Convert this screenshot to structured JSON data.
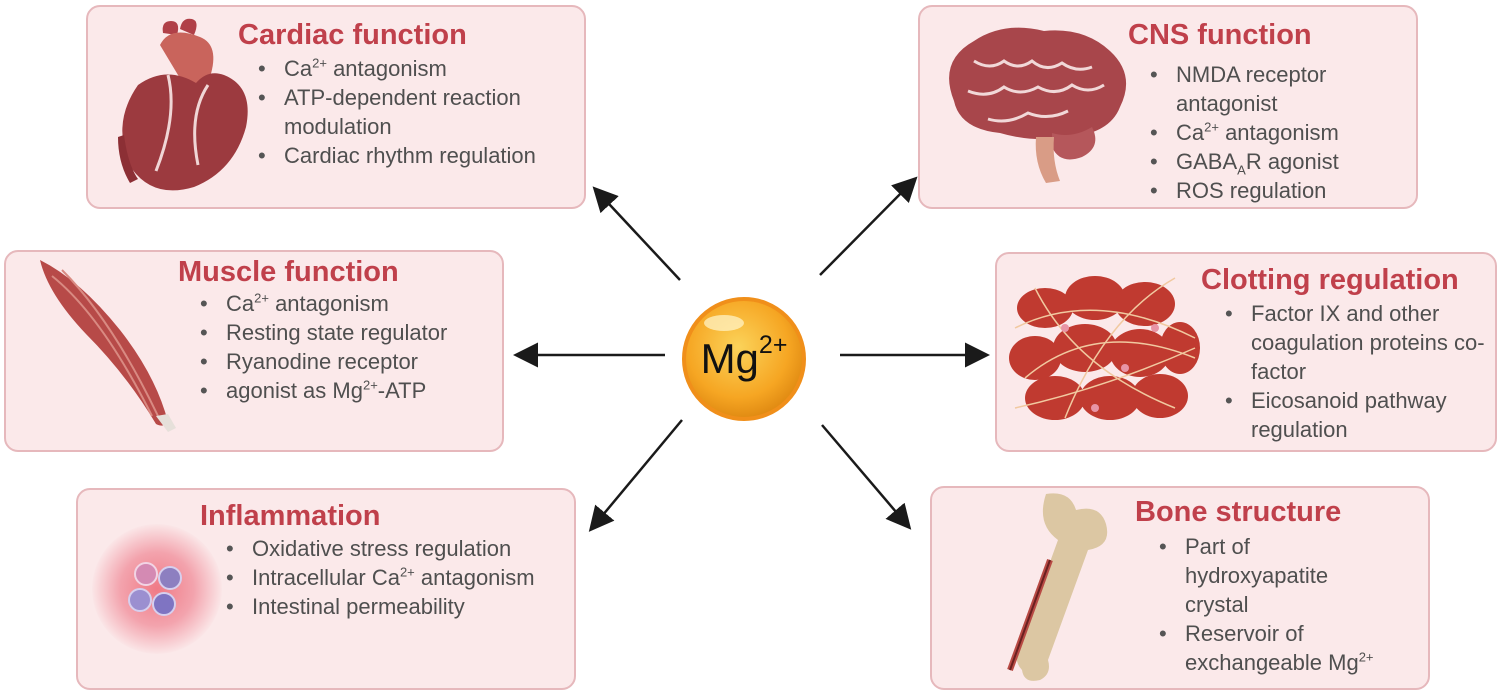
{
  "center": {
    "base": "Mg",
    "charge": "2+"
  },
  "cardiac": {
    "title": "Cardiac function",
    "items": [
      {
        "pre": "Ca",
        "sup": "2+",
        "post": " antagonism"
      },
      {
        "text": "ATP-dependent reaction modulation"
      },
      {
        "text": "Cardiac rhythm regulation"
      }
    ]
  },
  "cns": {
    "title": "CNS function",
    "items": [
      {
        "text": "NMDA receptor antagonist"
      },
      {
        "pre": "Ca",
        "sup": "2+",
        "post": " antagonism"
      },
      {
        "pre": "GABA",
        "sub": "A",
        "post": "R agonist"
      },
      {
        "text": "ROS regulation"
      }
    ]
  },
  "muscle": {
    "title": "Muscle function",
    "items": [
      {
        "pre": "Ca",
        "sup": "2+",
        "post": " antagonism"
      },
      {
        "text": "Resting state regulator"
      },
      {
        "text": "Ryanodine receptor"
      },
      {
        "pre": "agonist as Mg",
        "sup": "2+",
        "post": "-ATP"
      }
    ]
  },
  "clotting": {
    "title": "Clotting regulation",
    "items": [
      {
        "text": "Factor IX and other coagulation proteins co-factor"
      },
      {
        "text": "Eicosanoid pathway regulation"
      }
    ]
  },
  "inflammation": {
    "title": "Inflammation",
    "items": [
      {
        "text": "Oxidative stress regulation"
      },
      {
        "pre": "Intracellular Ca",
        "sup": "2+",
        "post": " antagonism"
      },
      {
        "text": "Intestinal permeability"
      }
    ]
  },
  "bone": {
    "title": "Bone structure",
    "items": [
      {
        "text": "Part of hydroxyapatite crystal"
      },
      {
        "pre": "Reservoir of exchangeable Mg",
        "sup": "2+",
        "post": ""
      }
    ]
  },
  "colors": {
    "card_bg": "#fbe9ea",
    "card_border": "#e6b8bc",
    "title": "#c0404b",
    "body_text": "#4f4f4f",
    "mg_orange": "#f6a623"
  },
  "icons": [
    "heart-icon",
    "brain-icon",
    "muscle-icon",
    "blood-clot-icon",
    "inflamed-cells-icon",
    "bone-icon",
    "magnesium-ion-icon"
  ]
}
